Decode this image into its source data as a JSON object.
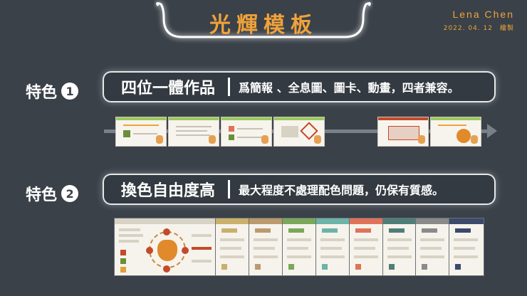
{
  "title": "光輝模板",
  "author": {
    "name": "Lena  Chen",
    "date": "2022. 04. 12",
    "credit": "繪製"
  },
  "features": [
    {
      "label": "特色",
      "number": "1",
      "main": "四位一體作品",
      "desc": "爲簡報 、全息圖、圖卡、動畫，四者兼容。"
    },
    {
      "label": "特色",
      "number": "2",
      "main": "換色自由度高",
      "desc": "最大程度不處理配色問題，仍保有質感。"
    }
  ],
  "colors": {
    "accent": "#f0a23a",
    "background": "#3a4149",
    "panel_headers": [
      "#d9d3c5",
      "#c9b06b",
      "#bb9a6e",
      "#7aa85a",
      "#6cb3a8",
      "#e0725a",
      "#4f7e78",
      "#8a8a8a",
      "#3b4a6b"
    ]
  }
}
